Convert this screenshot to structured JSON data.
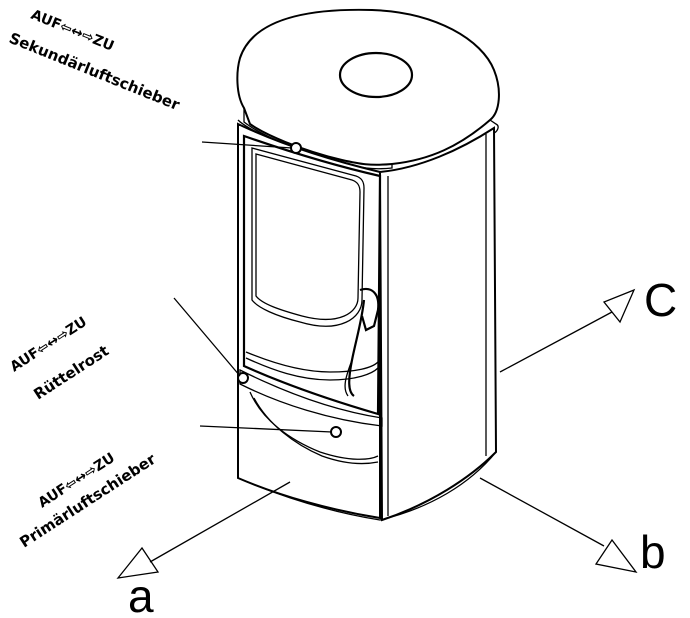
{
  "labels": {
    "secondary_direction": "AUF⇦↔⇨ZU",
    "secondary_name": "Sekundärluftschieber",
    "grate_direction": "AUF⇦↔⇨ZU",
    "grate_name": "Rüttelrost",
    "primary_direction": "AUF⇦↔⇨ZU",
    "primary_name": "Primärluftschieber"
  },
  "axes": {
    "a": "a",
    "b": "b",
    "c": "C"
  }
}
